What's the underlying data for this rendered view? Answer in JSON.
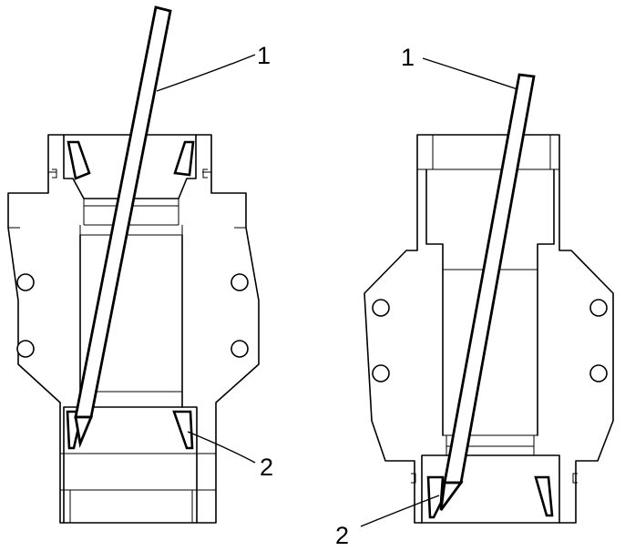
{
  "callouts": {
    "left_tool": "1",
    "left_retainer": "2",
    "right_tool": "1",
    "right_retainer": "2"
  },
  "colors": {
    "line": "#000000",
    "background": "#ffffff"
  }
}
